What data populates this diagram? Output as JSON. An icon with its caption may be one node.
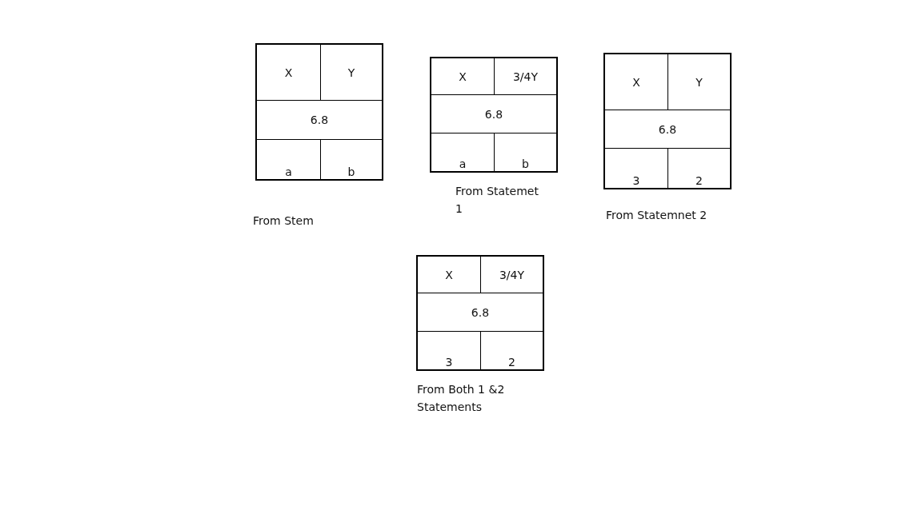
{
  "diagram": {
    "labels": [
      "X",
      "Y",
      "6.8",
      "a",
      "b",
      "From Stem",
      "X",
      "3/4Y",
      "6.8",
      "a",
      "b",
      "From Statemet 1",
      "X",
      "Y",
      "6.8",
      "3",
      "2",
      "From Statemnet 2",
      "X",
      "3/4Y",
      "6.8",
      "3",
      "2",
      "From Both 1 &2 Statements"
    ]
  }
}
